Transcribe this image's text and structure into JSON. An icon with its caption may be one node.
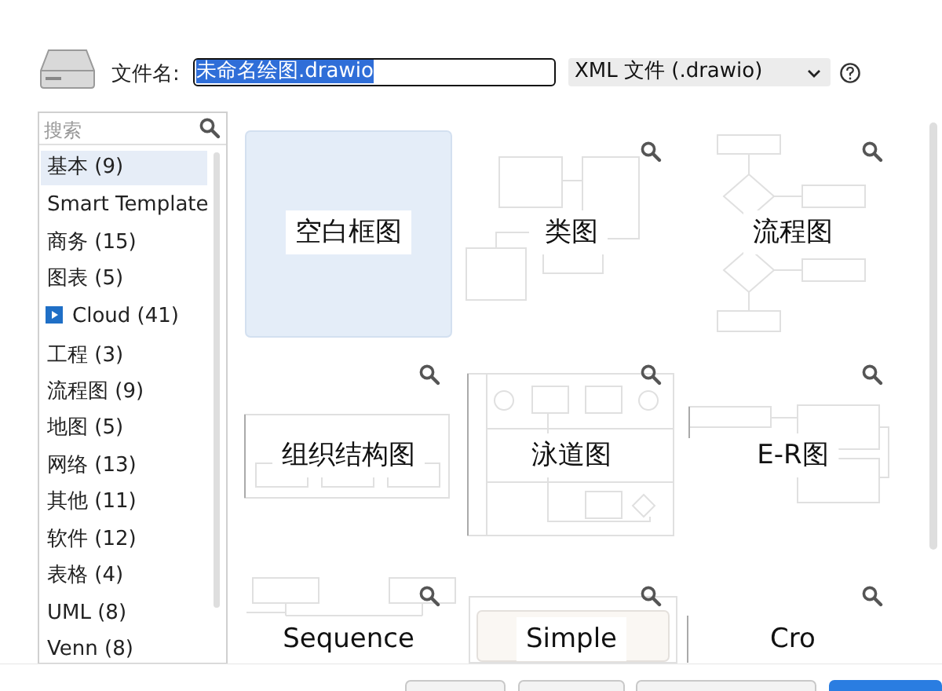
{
  "diagram": {
    "labels": [
      "文件名:",
      "未命名绘图.drawio",
      "XML 文件 (.drawio)",
      "搜索",
      "基本 (9)",
      "Smart Template",
      "商务 (15)",
      "图表 (5)",
      "Cloud (41)",
      "工程 (3)",
      "流程图 (9)",
      "地图 (5)",
      "网络 (13)",
      "其他 (11)",
      "软件 (12)",
      "表格 (4)",
      "UML (8)",
      "Venn (8)",
      "空白框图",
      "类图",
      "流程图",
      "组织结构图",
      "泳道图",
      "E-R图",
      "Sequence",
      "Simple",
      "Cro"
    ]
  }
}
